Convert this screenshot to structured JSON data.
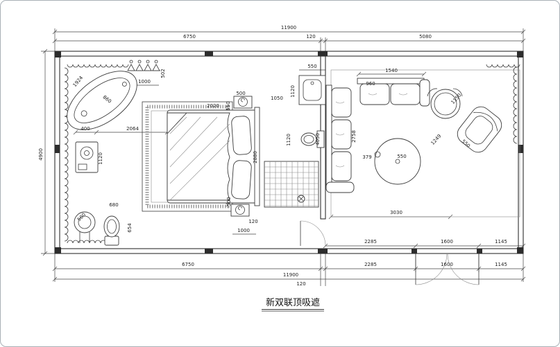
{
  "title": "新双联顶吸遮",
  "colors": {
    "background": "#ffffff",
    "line": "#2f2f2f",
    "frame_border": "#a9b0b6"
  },
  "labels": {
    "top_total": "11900",
    "top_a": "6750",
    "top_b": "120",
    "top_c": "5080",
    "left_total": "4900",
    "rowA_a": "2285",
    "rowA_b": "1600",
    "rowA_c": "1145",
    "rowB_a": "6750",
    "rowB_b": "2285",
    "rowB_c": "1600",
    "rowB_d": "1145",
    "rowC_total": "11900",
    "rowD_gap": "120",
    "tub_len": "1924",
    "tub_w": "860",
    "rack_w": "1000",
    "rack_d": "502",
    "vanity_w": "400",
    "vanity_bed": "2064",
    "vanity_d": "1120",
    "bed_top_a": "2020",
    "bed_top_b": "500",
    "bed_top_c": "550",
    "wall_tv": "1050",
    "basin_w": "550",
    "basin_d": "1120",
    "bed_len": "2880",
    "wc_w": "1120",
    "bath_len": "4050",
    "sofa_side_len": "2758",
    "sofa_top_w": "1540",
    "sofa_top_d": "960",
    "side_table": "1150",
    "chair_a": "1249",
    "chair_b": "550",
    "coffee_d": "550",
    "coffee_gap": "379",
    "living_w": "3030",
    "foot_a": "500",
    "foot_b": "120",
    "foot_c": "1000",
    "wc2_w": "680",
    "wc2_d": "654",
    "wc2_r": "500"
  }
}
